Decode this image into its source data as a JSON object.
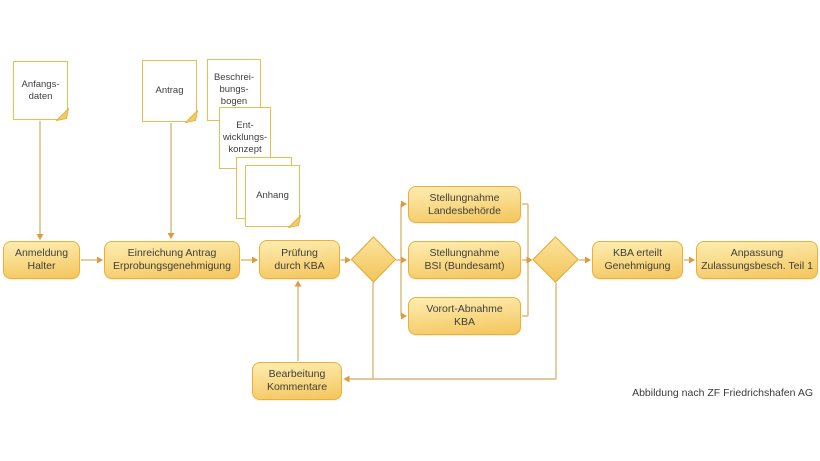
{
  "docs": {
    "anfangsdaten": {
      "label": "Anfangs-\ndaten"
    },
    "antrag": {
      "label": "Antrag"
    },
    "beschreibungsbogen": {
      "label": "Beschrei-\nbungs-\nbogen"
    },
    "entwicklungskonzept": {
      "label": "Ent-\nwicklungs-\nkonzept"
    },
    "blank": {
      "label": ""
    },
    "anhang": {
      "label": "Anhang"
    }
  },
  "nodes": {
    "anmeldung": {
      "label": "Anmeldung\nHalter"
    },
    "einreichung": {
      "label": "Einreichung Antrag\nErprobungsgenehmigung"
    },
    "pruefung": {
      "label": "Prüfung\ndurch KBA"
    },
    "stellungnahme_landesbehoerde": {
      "label": "Stellungnahme\nLandesbehörde"
    },
    "stellungnahme_bsi": {
      "label": "Stellungnahme\nBSI (Bundesamt)"
    },
    "vorort_abnahme": {
      "label": "Vorort-Abnahme\nKBA"
    },
    "kba_erteilt": {
      "label": "KBA erteilt\nGenehmigung"
    },
    "anpassung": {
      "label": "Anpassung\nZulassungsbesch. Teil 1"
    },
    "bearbeitung": {
      "label": "Bearbeitung\nKommentare"
    }
  },
  "caption": "Abbildung nach ZF Friedrichshafen AG",
  "colors": {
    "box_border": "#EBAF3C",
    "box_fill_top": "#FDEDB0",
    "box_fill_bottom": "#F4C55C",
    "connector_line": "#D9B977",
    "arrowhead": "#DF9A3E",
    "document_border": "#E9BE4D",
    "document_fold": "#F2CB64",
    "text": "#3F3E3C",
    "background": "#FFFFFF"
  }
}
